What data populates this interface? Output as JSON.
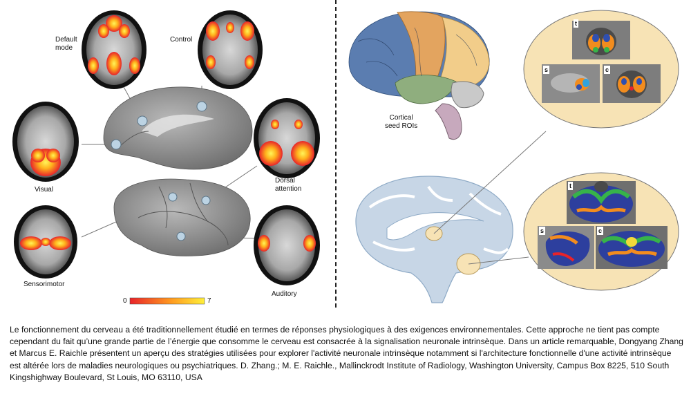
{
  "left_panel": {
    "networks": [
      {
        "id": "default-mode",
        "label_line1": "Default",
        "label_line2": "mode"
      },
      {
        "id": "control",
        "label": "Control"
      },
      {
        "id": "visual",
        "label": "Visual"
      },
      {
        "id": "dorsal-attention",
        "label_line1": "Dorsal",
        "label_line2": "attention"
      },
      {
        "id": "sensorimotor",
        "label": "Sensorimotor"
      },
      {
        "id": "auditory",
        "label": "Auditory"
      }
    ],
    "colorbar": {
      "min_label": "0",
      "max_label": "7",
      "color_low": "#e8232a",
      "color_high": "#ffef3a"
    }
  },
  "right_panel": {
    "cortical_label_line1": "Cortical",
    "cortical_label_line2": "seed ROIs",
    "inset_view_letters": [
      "t",
      "s",
      "c"
    ],
    "inset_bg_color": "#f7e3b5",
    "lobe_colors": {
      "frontal": "#5b7db0",
      "motor": "#e3a45f",
      "parietal": "#f2cd8a",
      "temporal": "#8fae7e",
      "occipital": "#c9c9c9",
      "brainstem": "#c7a9bd"
    }
  },
  "caption": {
    "text": "Le fonctionnement du cerveau a été traditionnellement étudié en termes de réponses physiologiques à des exigences environnementales. Cette approche ne tient pas compte cependant du fait qu’une grande partie de l’énergie que consomme le cerveau est consacrée à la signalisation neuronale intrinsèque. Dans un article remarquable, Dongyang Zhang et Marcus E. Raichle présentent un aperçu des stratégies utilisées pour explorer l'activité neuronale intrinsèque notamment si l'architecture fonctionnelle d'une activité intrinsèque est altérée lors de maladies neurologiques ou psychiatriques. D. Zhang.; M. E. Raichle., Mallinckrodt Institute of Radiology, Washington University, Campus Box 8225, 510 South Kingshighway Boulevard, St Louis, MO 63110, USA"
  }
}
